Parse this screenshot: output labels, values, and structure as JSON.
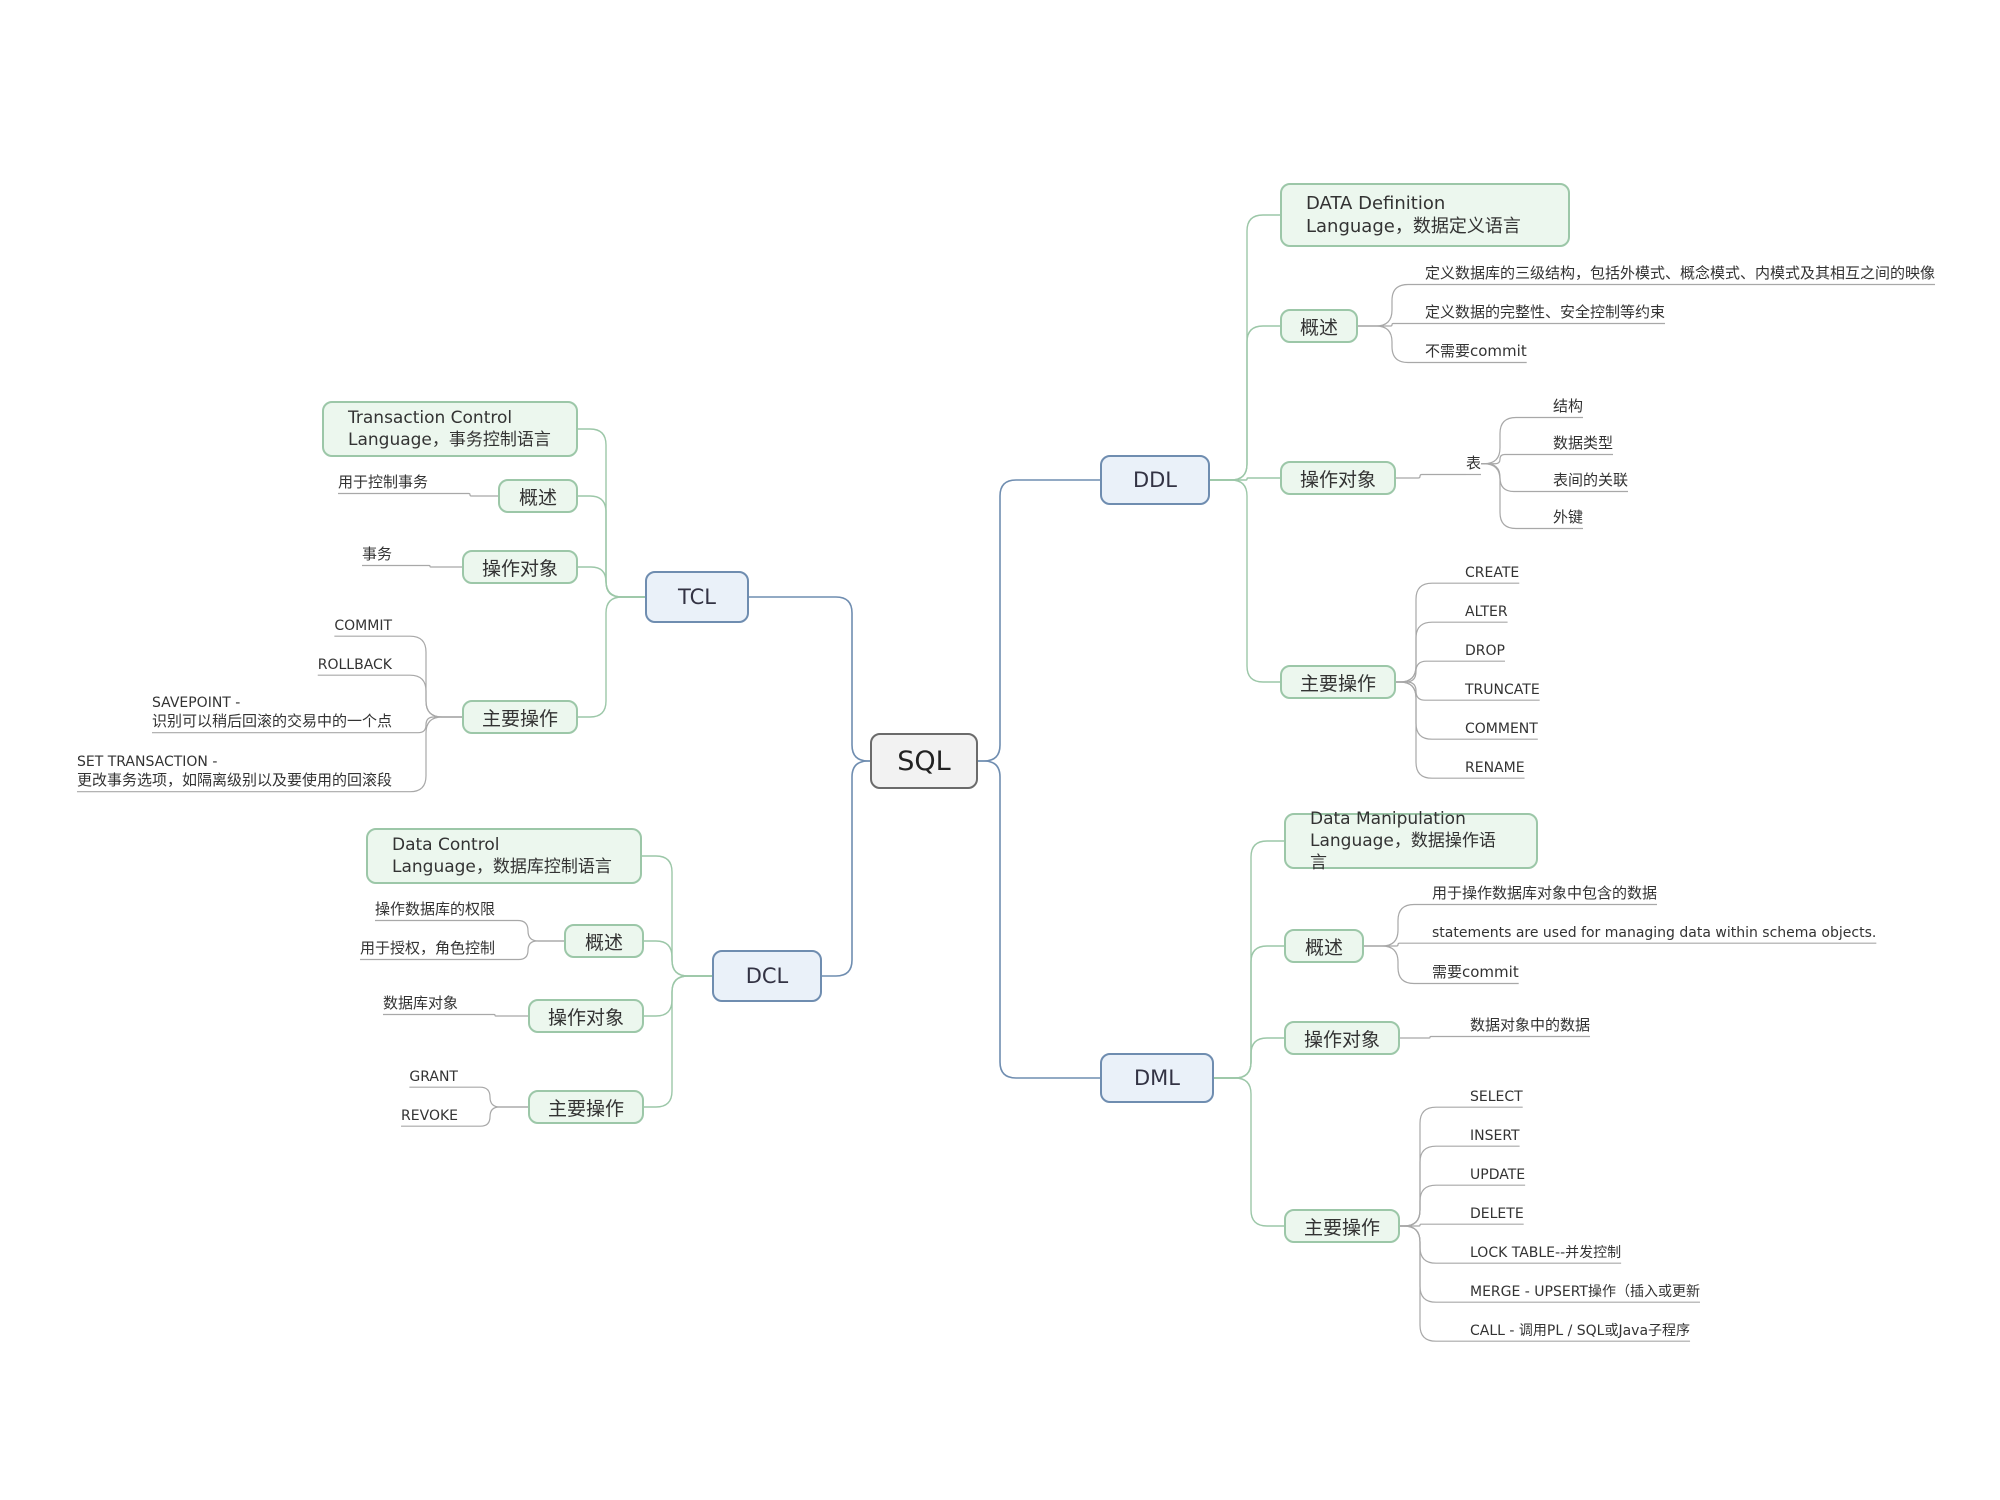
{
  "root": "SQL",
  "ddl": {
    "label": "DDL",
    "desc_line1": "DATA Definition",
    "desc_line2": "Language，数据定义语言",
    "overview_label": "概述",
    "overview": [
      "定义数据库的三级结构，包括外模式、概念模式、内模式及其相互之间的映像",
      "定义数据的完整性、安全控制等约束",
      "不需要commit"
    ],
    "objects_label": "操作对象",
    "object": "表",
    "object_items": [
      "结构",
      "数据类型",
      "表间的关联",
      "外键"
    ],
    "ops_label": "主要操作",
    "ops": [
      "CREATE",
      "ALTER",
      "DROP",
      "TRUNCATE",
      "COMMENT",
      "RENAME"
    ]
  },
  "dml": {
    "label": "DML",
    "desc_line1": "Data Manipulation",
    "desc_line2": "Language，数据操作语言",
    "overview_label": "概述",
    "overview": [
      "用于操作数据库对象中包含的数据",
      "statements are used for managing data within schema objects.",
      "需要commit"
    ],
    "objects_label": "操作对象",
    "object": "数据对象中的数据",
    "ops_label": "主要操作",
    "ops": [
      "SELECT",
      "INSERT",
      "UPDATE",
      "DELETE",
      "LOCK TABLE--并发控制",
      "MERGE - UPSERT操作（插入或更新",
      "CALL - 调用PL / SQL或Java子程序"
    ]
  },
  "tcl": {
    "label": "TCL",
    "desc_line1": "Transaction Control",
    "desc_line2": "Language，事务控制语言",
    "overview_label": "概述",
    "overview": "用于控制事务",
    "objects_label": "操作对象",
    "object": "事务",
    "ops_label": "主要操作",
    "ops": [
      "COMMIT",
      "ROLLBACK"
    ],
    "savepoint_line1": "SAVEPOINT -",
    "savepoint_line2": "识别可以稍后回滚的交易中的一个点",
    "settrans_line1": "SET TRANSACTION -",
    "settrans_line2": "更改事务选项，如隔离级别以及要使用的回滚段"
  },
  "dcl": {
    "label": "DCL",
    "desc_line1": "Data Control",
    "desc_line2": "Language，数据库控制语言",
    "overview_label": "概述",
    "overview": [
      "操作数据库的权限",
      "用于授权，角色控制"
    ],
    "objects_label": "操作对象",
    "object": "数据库对象",
    "ops_label": "主要操作",
    "ops": [
      "GRANT",
      "REVOKE"
    ]
  },
  "colors": {
    "main_line": "#6f8db0",
    "sub_line": "#9cc7a8",
    "leaf_line": "#a8a8a8"
  }
}
